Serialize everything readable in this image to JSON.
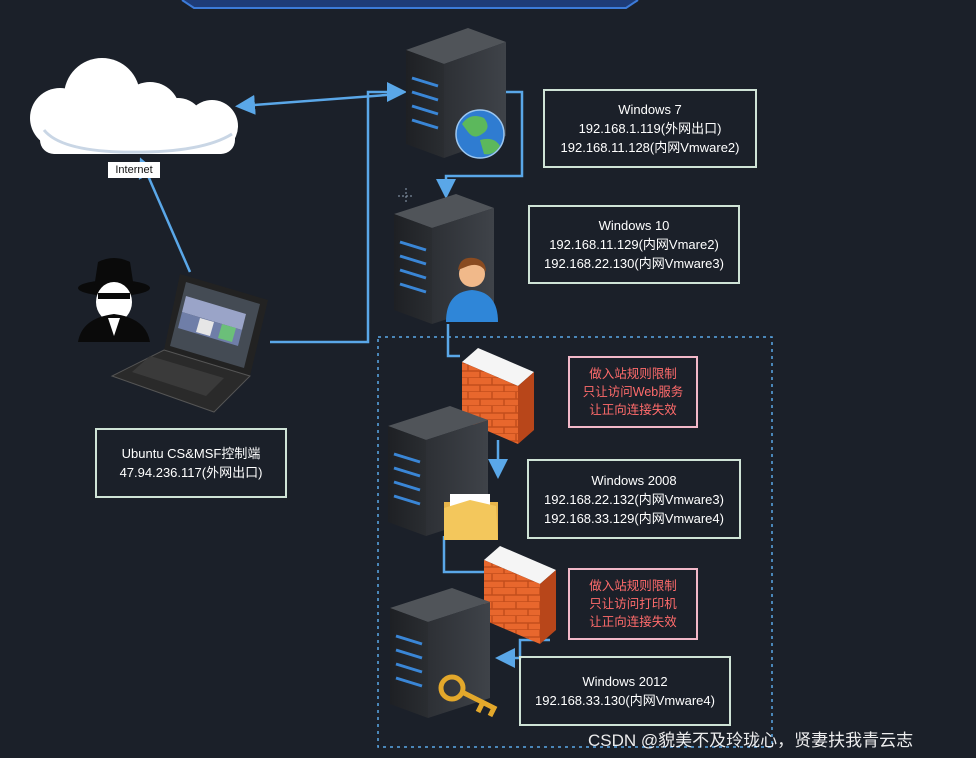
{
  "internet_label": "Internet",
  "nodes": {
    "win7": {
      "lines": [
        "Windows 7",
        "192.168.1.119(外网出口)",
        "192.168.11.128(内网Vmware2)"
      ]
    },
    "win10": {
      "lines": [
        "Windows 10",
        "192.168.11.129(内网Vmare2)",
        "192.168.22.130(内网Vmware3)"
      ]
    },
    "ubuntu": {
      "lines": [
        "Ubuntu CS&MSF控制端",
        "47.94.236.117(外网出口)"
      ]
    },
    "win2008": {
      "lines": [
        "Windows 2008",
        "192.168.22.132(内网Vmware3)",
        "192.168.33.129(内网Vmware4)"
      ]
    },
    "win2012": {
      "lines": [
        "Windows 2012",
        "192.168.33.130(内网Vmware4)"
      ]
    }
  },
  "firewall_notes": {
    "fw1": {
      "lines": [
        "做入站规则限制",
        "只让访问Web服务",
        "让正向连接失效"
      ]
    },
    "fw2": {
      "lines": [
        "做入站规则限制",
        "只让访问打印机",
        "让正向连接失效"
      ]
    }
  },
  "watermark": "CSDN @貌美不及玲珑心，贤妻扶我青云志",
  "colors": {
    "background": "#1b2029",
    "connector": "#5aa7e8",
    "box_border": "#cfe3d6",
    "note_text": "#ff6b6b",
    "note_border": "#f2b8c8",
    "brick": "#e8672d",
    "server": "#3a3d42"
  }
}
